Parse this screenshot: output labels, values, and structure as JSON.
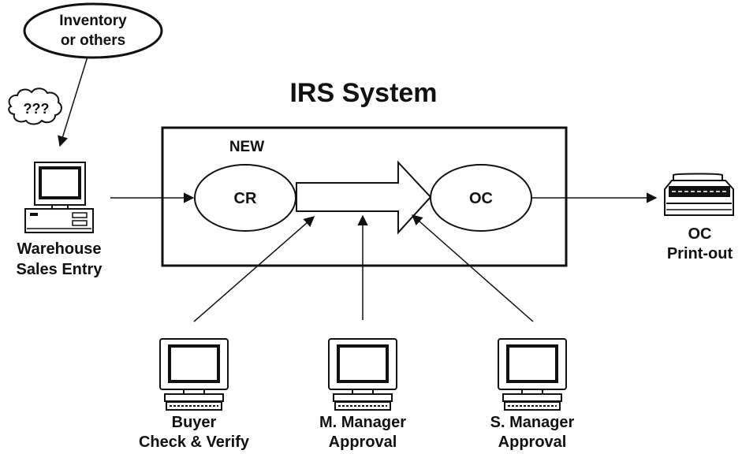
{
  "title": "IRS System",
  "new_label": "NEW",
  "nodes": {
    "cr": "CR",
    "oc": "OC",
    "inventory": [
      "Inventory",
      "or others"
    ],
    "unknown": "???"
  },
  "stations": {
    "warehouse": [
      "Warehouse",
      "Sales Entry"
    ],
    "buyer": [
      "Buyer",
      "Check & Verify"
    ],
    "m_manager": [
      "M. Manager",
      "Approval"
    ],
    "s_manager": [
      "S. Manager",
      "Approval"
    ],
    "printer": [
      "OC",
      "Print-out"
    ]
  },
  "icons": {
    "computer": "computer-icon",
    "printer": "printer-icon"
  },
  "colors": {
    "line": "#111111",
    "background": "#ffffff"
  }
}
